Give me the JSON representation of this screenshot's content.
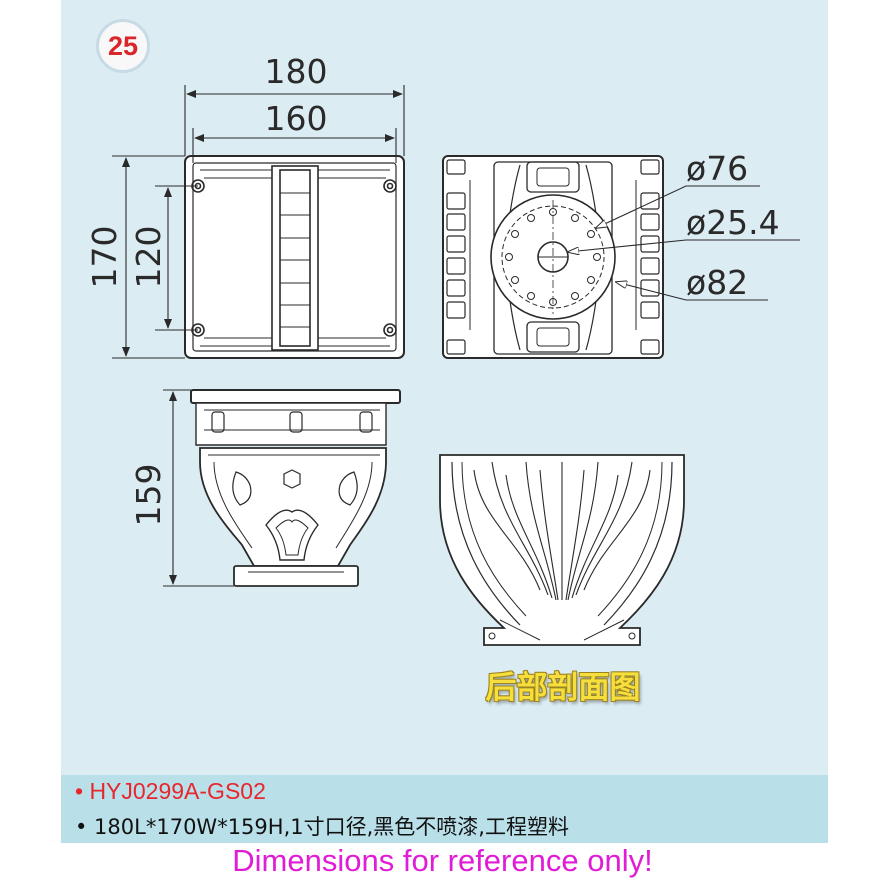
{
  "badge": "25",
  "dimensions": {
    "width_outer": "180",
    "width_inner": "160",
    "height_outer": "170",
    "height_inner": "120",
    "depth": "159",
    "dia_outer": "ø76",
    "dia_throat": "ø25.4",
    "dia_bolt": "ø82"
  },
  "caption": "后部剖面图",
  "product": {
    "model": "• HYJ0299A-GS02",
    "spec": "• 180L*170W*159H,1寸口径,黑色不喷漆,工程塑料"
  },
  "disclaimer": "Dimensions for reference only!",
  "colors": {
    "panel": "#dcecf3",
    "info_band": "#b9dfe9",
    "model": "#e8262d",
    "disclaimer": "#e01cd6",
    "caption": "#f6df3c"
  }
}
